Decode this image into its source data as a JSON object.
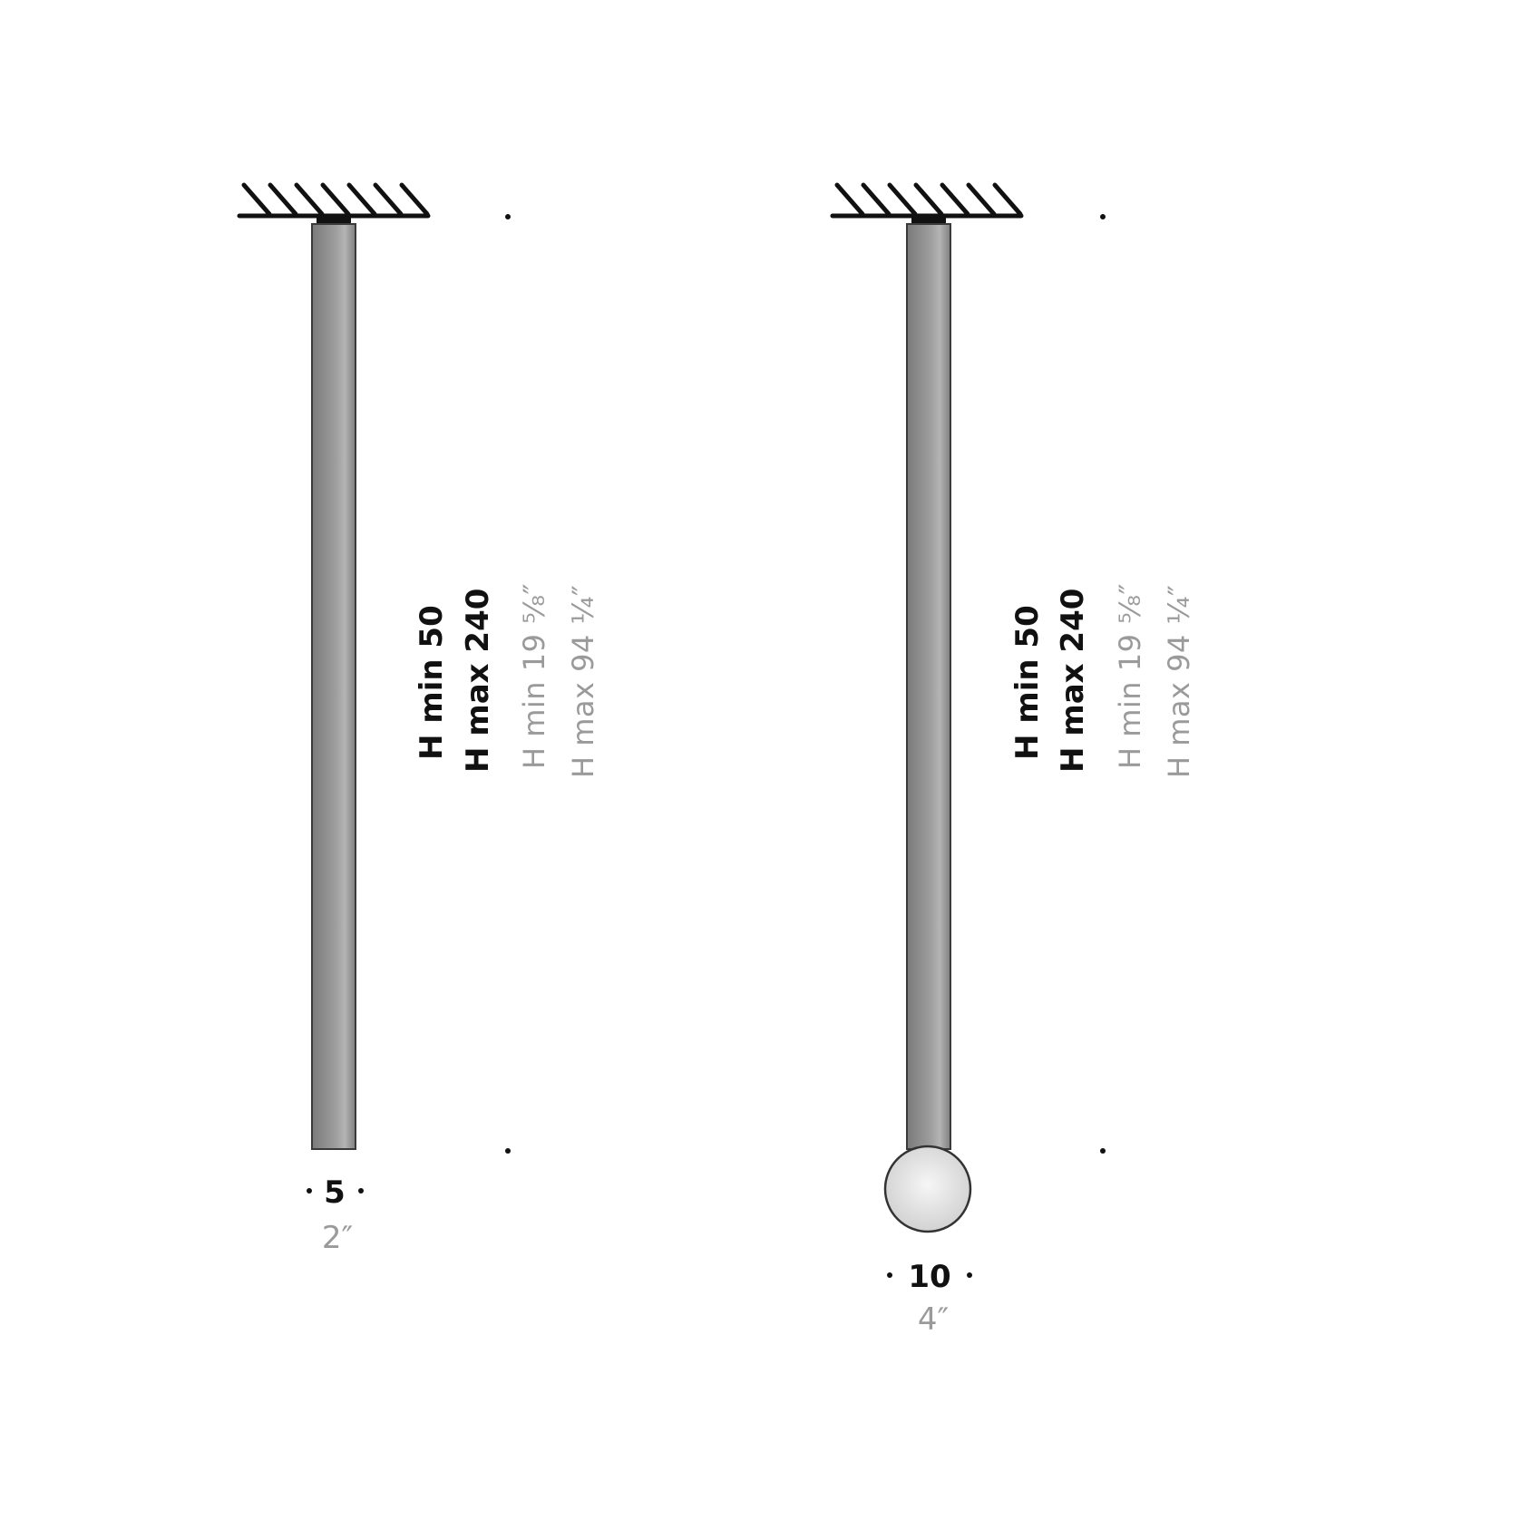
{
  "diagram": {
    "colors": {
      "line": "#111111",
      "rod_edge": "#3a3a3a",
      "rod_dark": "#7a7a7a",
      "rod_light": "#b4b4b4",
      "globe_fill": "#dcdcdc",
      "globe_center": "#f4f4f4",
      "metric_text": "#111111",
      "imperial_text": "#9a9a9a"
    },
    "variants": [
      {
        "name": "rod-pendant",
        "height_labels": {
          "h_min_cm": "H min 50",
          "h_max_cm": "H max 240",
          "h_min_in": "H min 19 ⁵⁄₈″",
          "h_max_in": "H max 94 ¼″"
        },
        "width_label": {
          "metric": "5",
          "imperial": "2″"
        }
      },
      {
        "name": "globe-pendant",
        "height_labels": {
          "h_min_cm": "H min 50",
          "h_max_cm": "H max 240",
          "h_min_in": "H min 19 ⁵⁄₈″",
          "h_max_in": "H max 94 ¼″"
        },
        "width_label": {
          "metric": "10",
          "imperial": "4″"
        }
      }
    ]
  }
}
